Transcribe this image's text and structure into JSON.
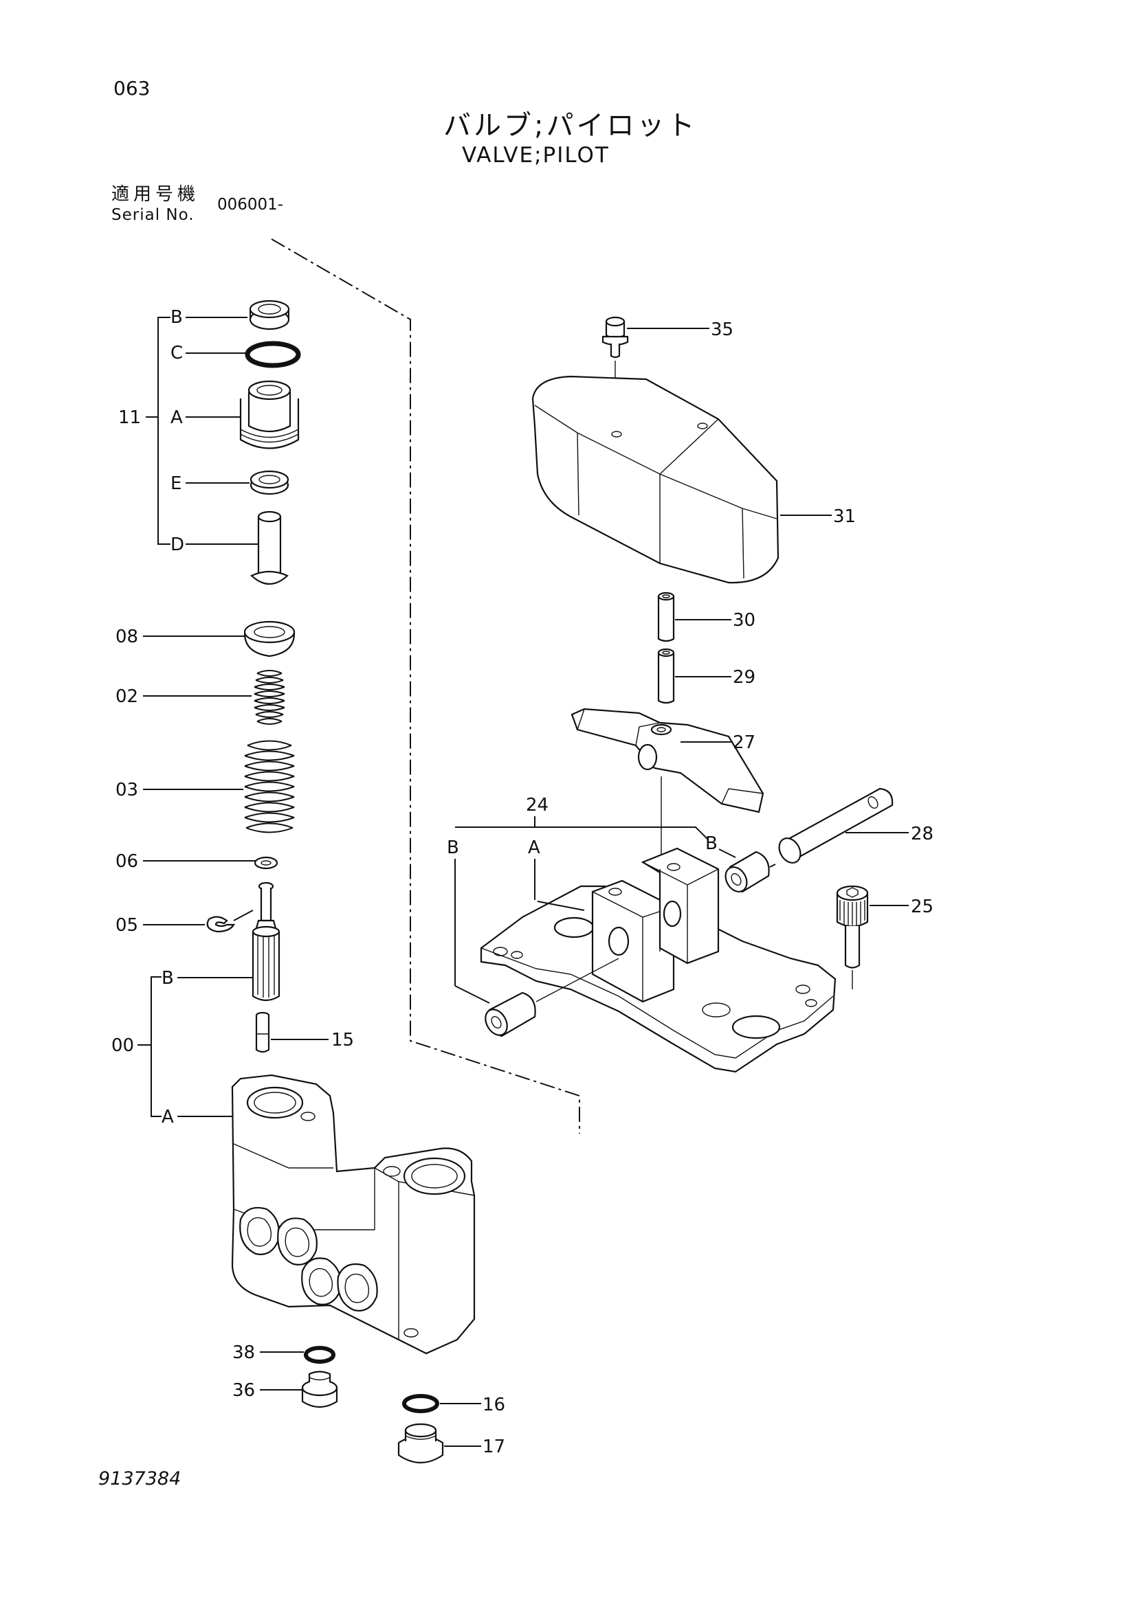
{
  "page_number": "063",
  "title_jp": "バルブ;パイロット",
  "title_en": "VALVE;PILOT",
  "serial": {
    "label_jp": "適用号機",
    "label_en": "Serial No.",
    "value": "006001-"
  },
  "document_number": "9137384",
  "callouts": {
    "assembly_11": "11",
    "sub_11_B": "B",
    "sub_11_C": "C",
    "sub_11_A": "A",
    "sub_11_E": "E",
    "sub_11_D": "D",
    "p08": "08",
    "p02": "02",
    "p03": "03",
    "p06": "06",
    "p05": "05",
    "assembly_00": "00",
    "sub_00_B": "B",
    "sub_00_A": "A",
    "p15": "15",
    "p38": "38",
    "p36": "36",
    "p16": "16",
    "p17": "17",
    "p35": "35",
    "p31": "31",
    "p30": "30",
    "p29": "29",
    "p27": "27",
    "p24": "24",
    "sub_24_B_left": "B",
    "sub_24_A": "A",
    "sub_24_B_right": "B",
    "p28": "28",
    "p25": "25"
  }
}
